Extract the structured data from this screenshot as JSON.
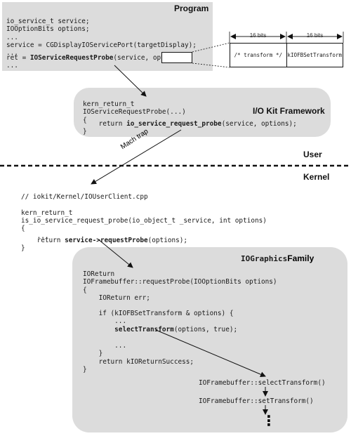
{
  "program": {
    "title": "Program",
    "lines": [
      "io_service_t service;",
      "IOOptionBits options;",
      "...",
      "service = CGDisplayIOServicePort(targetDisplay);",
      "...",
      "...",
      "..."
    ],
    "ret_prefix": "ret = ",
    "ret_call": "IOServiceRequestProbe",
    "ret_args_prefix": "(service, ",
    "ret_options": "options",
    "ret_suffix": ");"
  },
  "bits": {
    "left_label": "16 bits",
    "right_label": "16 bits",
    "left_cell": "/* transform */",
    "right_cell": "kIOFBSetTransform"
  },
  "iokit": {
    "title": "I/O Kit Framework",
    "lines": [
      "kern_return_t",
      "IOServiceRequestProbe(...)",
      "{"
    ],
    "return_prefix": "    return ",
    "return_call": "io_service_request_probe",
    "return_suffix": "(service, options);",
    "close": "}"
  },
  "trap_label": "Mach trap",
  "user_label": "User",
  "kernel_label": "Kernel",
  "kernel_code": {
    "lines": [
      "// iokit/Kernel/IOUserClient.cpp",
      "",
      "kern_return_t",
      "is_io_service_request_probe(io_object_t _service, int options)",
      "{",
      "    ..."
    ],
    "return_prefix": "    return ",
    "return_call": "service->requestProbe",
    "return_suffix": "(options);",
    "close": "}"
  },
  "iographics": {
    "title_mono": "IOGraphics",
    "title_sans": "Family",
    "lines": [
      "IOReturn",
      "IOFramebuffer::requestProbe(IOOptionBits options)",
      "{",
      "    IOReturn err;",
      "",
      "    if (kIOFBSetTransform & options) {",
      "        ..."
    ],
    "select_prefix": "        ",
    "select_call": "selectTransform",
    "select_suffix": "(options, true);",
    "after_lines": [
      "        ...",
      "    }",
      "    return kIOReturnSuccess;",
      "}"
    ],
    "select_transform_label": "IOFramebuffer::selectTransform()",
    "set_transform_label": "IOFramebuffer::setTransform()",
    "continuation": "⋮"
  }
}
